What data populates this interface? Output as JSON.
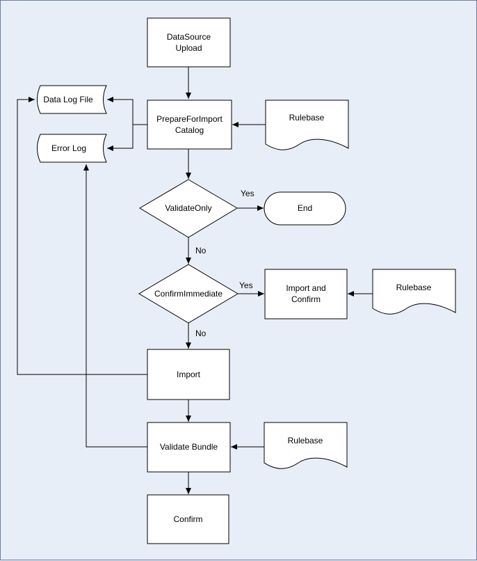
{
  "nodes": {
    "datasource_upload": [
      "DataSource",
      "Upload"
    ],
    "prepare_for_import": [
      "PrepareForImport",
      "Catalog"
    ],
    "data_log_file": "Data Log File",
    "error_log": "Error Log",
    "rulebase_1": "Rulebase",
    "validate_only": "ValidateOnly",
    "end": "End",
    "confirm_immediate": "ConfirmImmediate",
    "import_and_confirm": [
      "Import and",
      "Confirm"
    ],
    "rulebase_2": "Rulebase",
    "import": "Import",
    "validate_bundle": "Validate Bundle",
    "rulebase_3": "Rulebase",
    "confirm": "Confirm"
  },
  "edge_labels": {
    "validate_only_yes": "Yes",
    "validate_only_no": "No",
    "confirm_immediate_yes": "Yes",
    "confirm_immediate_no": "No"
  },
  "colors": {
    "background": "#e8eef7",
    "shape_fill": "#ffffff",
    "stroke": "#000000"
  }
}
